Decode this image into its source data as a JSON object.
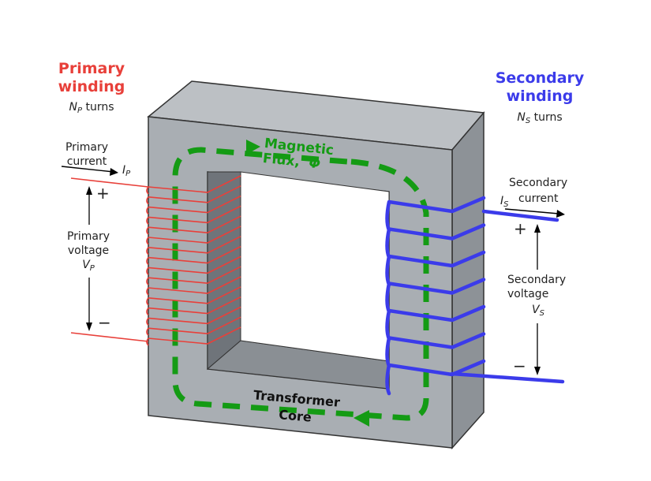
{
  "colors": {
    "primary": "#e8403a",
    "secondary": "#3b3bea",
    "flux": "#149b14",
    "core_front": "#a9aeb3",
    "core_top": "#bcc0c4",
    "core_side": "#8d9297",
    "window_inner": "#70757a"
  },
  "primary": {
    "title_line1": "Primary",
    "title_line2": "winding",
    "turns_symbol": "N",
    "turns_sub": "P",
    "turns_word": "turns",
    "current_line1": "Primary",
    "current_line2": "current",
    "current_symbol": "I",
    "current_sub": "P",
    "plus": "+",
    "minus": "−",
    "voltage_line1": "Primary",
    "voltage_line2": "voltage",
    "voltage_symbol": "V",
    "voltage_sub": "P"
  },
  "secondary": {
    "title_line1": "Secondary",
    "title_line2": "winding",
    "turns_symbol": "N",
    "turns_sub": "S",
    "turns_word": "turns",
    "current_line1": "Secondary",
    "current_line2": "current",
    "current_symbol": "I",
    "current_sub": "S",
    "plus": "+",
    "minus": "−",
    "voltage_line1": "Secondary",
    "voltage_line2": "voltage",
    "voltage_symbol": "V",
    "voltage_sub": "S"
  },
  "flux": {
    "line1": "Magnetic",
    "line2": "Flux,",
    "symbol": "Φ"
  },
  "core": {
    "line1": "Transformer",
    "line2": "Core"
  }
}
